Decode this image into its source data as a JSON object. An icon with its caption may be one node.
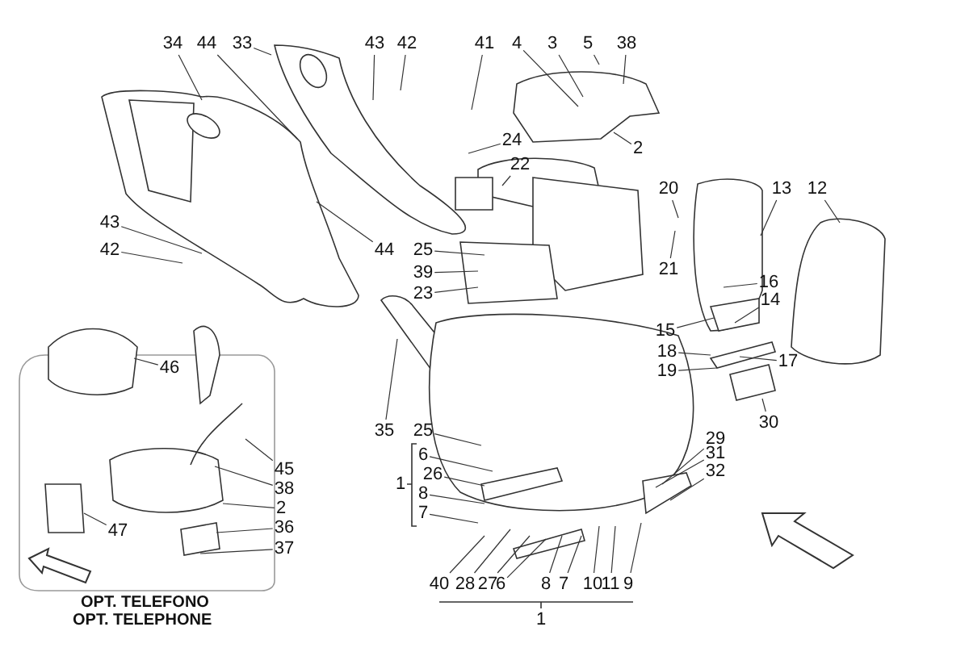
{
  "diagram": {
    "nodes": [
      {
        "text": [
          "34"
        ]
      },
      {
        "text": [
          "44"
        ]
      },
      {
        "text": [
          "33"
        ]
      },
      {
        "text": [
          "43"
        ]
      },
      {
        "text": [
          "42"
        ]
      },
      {
        "text": [
          "41"
        ]
      },
      {
        "text": [
          "4"
        ]
      },
      {
        "text": [
          "3"
        ]
      },
      {
        "text": [
          "5"
        ]
      },
      {
        "text": [
          "38"
        ]
      },
      {
        "text": [
          "2"
        ]
      },
      {
        "text": [
          "24"
        ]
      },
      {
        "text": [
          "22"
        ]
      },
      {
        "text": [
          "44"
        ]
      },
      {
        "text": [
          "43"
        ]
      },
      {
        "text": [
          "42"
        ]
      },
      {
        "text": [
          "25"
        ]
      },
      {
        "text": [
          "39"
        ]
      },
      {
        "text": [
          "23"
        ]
      },
      {
        "text": [
          "20"
        ]
      },
      {
        "text": [
          "13"
        ]
      },
      {
        "text": [
          "12"
        ]
      },
      {
        "text": [
          "21"
        ]
      },
      {
        "text": [
          "16"
        ]
      },
      {
        "text": [
          "14"
        ]
      },
      {
        "text": [
          "15"
        ]
      },
      {
        "text": [
          "18"
        ]
      },
      {
        "text": [
          "17"
        ]
      },
      {
        "text": [
          "19"
        ]
      },
      {
        "text": [
          "30"
        ]
      },
      {
        "text": [
          "29"
        ]
      },
      {
        "text": [
          "31"
        ]
      },
      {
        "text": [
          "32"
        ]
      },
      {
        "text": [
          "35"
        ]
      },
      {
        "text": [
          "25"
        ]
      },
      {
        "text": [
          "46"
        ]
      },
      {
        "text": [
          "45"
        ]
      },
      {
        "text": [
          "38"
        ]
      },
      {
        "text": [
          "2"
        ]
      },
      {
        "text": [
          "36"
        ]
      },
      {
        "text": [
          "37"
        ]
      },
      {
        "text": [
          "47"
        ]
      },
      {
        "text": [
          "6"
        ]
      },
      {
        "text": [
          "26"
        ]
      },
      {
        "text": [
          "8"
        ]
      },
      {
        "text": [
          "7"
        ]
      },
      {
        "text": [
          "40"
        ]
      },
      {
        "text": [
          "28"
        ]
      },
      {
        "text": [
          "27"
        ]
      },
      {
        "text": [
          "6"
        ]
      },
      {
        "text": [
          "8"
        ]
      },
      {
        "text": [
          "7"
        ]
      },
      {
        "text": [
          "10"
        ]
      },
      {
        "text": [
          "11"
        ]
      },
      {
        "text": [
          "9"
        ]
      }
    ],
    "edges": [
      {
        "from": 0,
        "to": null,
        "arrow": "none"
      },
      {
        "from": 1,
        "to": null,
        "arrow": "none"
      },
      {
        "from": 2,
        "to": null,
        "arrow": "none"
      },
      {
        "from": 3,
        "to": null,
        "arrow": "none"
      },
      {
        "from": 4,
        "to": null,
        "arrow": "none"
      },
      {
        "from": 5,
        "to": null,
        "arrow": "none"
      },
      {
        "from": 6,
        "to": null,
        "arrow": "none"
      },
      {
        "from": 7,
        "to": null,
        "arrow": "none"
      },
      {
        "from": 8,
        "to": null,
        "arrow": "none"
      },
      {
        "from": 9,
        "to": null,
        "arrow": "none"
      },
      {
        "from": 10,
        "to": null,
        "arrow": "none"
      },
      {
        "from": 11,
        "to": null,
        "arrow": "none"
      },
      {
        "from": 12,
        "to": null,
        "arrow": "none"
      },
      {
        "from": 13,
        "to": null,
        "arrow": "none"
      },
      {
        "from": 14,
        "to": null,
        "arrow": "none"
      },
      {
        "from": 15,
        "to": null,
        "arrow": "none"
      },
      {
        "from": 16,
        "to": null,
        "arrow": "none"
      },
      {
        "from": 17,
        "to": null,
        "arrow": "none"
      },
      {
        "from": 18,
        "to": null,
        "arrow": "none"
      },
      {
        "from": 19,
        "to": null,
        "arrow": "none"
      },
      {
        "from": 20,
        "to": null,
        "arrow": "none"
      },
      {
        "from": 21,
        "to": null,
        "arrow": "none"
      },
      {
        "from": 22,
        "to": null,
        "arrow": "none"
      },
      {
        "from": 23,
        "to": null,
        "arrow": "none"
      },
      {
        "from": 24,
        "to": null,
        "arrow": "none"
      },
      {
        "from": 25,
        "to": null,
        "arrow": "none"
      },
      {
        "from": 26,
        "to": null,
        "arrow": "none"
      },
      {
        "from": 27,
        "to": null,
        "arrow": "none"
      },
      {
        "from": 28,
        "to": null,
        "arrow": "none"
      },
      {
        "from": 29,
        "to": null,
        "arrow": "none"
      },
      {
        "from": 30,
        "to": null,
        "arrow": "none"
      },
      {
        "from": 31,
        "to": null,
        "arrow": "none"
      },
      {
        "from": 32,
        "to": null,
        "arrow": "none"
      },
      {
        "from": 33,
        "to": null,
        "arrow": "none"
      },
      {
        "from": 34,
        "to": null,
        "arrow": "none"
      },
      {
        "from": 35,
        "to": null,
        "arrow": "none"
      },
      {
        "from": 36,
        "to": null,
        "arrow": "none"
      },
      {
        "from": 37,
        "to": null,
        "arrow": "none"
      },
      {
        "from": 38,
        "to": null,
        "arrow": "none"
      },
      {
        "from": 39,
        "to": null,
        "arrow": "none"
      },
      {
        "from": 40,
        "to": null,
        "arrow": "none"
      },
      {
        "from": 41,
        "to": null,
        "arrow": "none"
      },
      {
        "from": 42,
        "to": null,
        "arrow": "none"
      },
      {
        "from": 43,
        "to": null,
        "arrow": "none"
      },
      {
        "from": 44,
        "to": null,
        "arrow": "none"
      },
      {
        "from": 45,
        "to": null,
        "arrow": "none"
      },
      {
        "from": 46,
        "to": null,
        "arrow": "none"
      },
      {
        "from": 47,
        "to": null,
        "arrow": "none"
      },
      {
        "from": 48,
        "to": null,
        "arrow": "none"
      },
      {
        "from": 49,
        "to": null,
        "arrow": "none"
      },
      {
        "from": 50,
        "to": null,
        "arrow": "none"
      },
      {
        "from": 51,
        "to": null,
        "arrow": "none"
      },
      {
        "from": 52,
        "to": null,
        "arrow": "none"
      },
      {
        "from": 53,
        "to": null,
        "arrow": "none"
      },
      {
        "from": 54,
        "to": null,
        "arrow": "none"
      }
    ],
    "labels": [
      "1",
      "1",
      "OPT. TELEFONO",
      "OPT. TELEPHONE"
    ]
  }
}
